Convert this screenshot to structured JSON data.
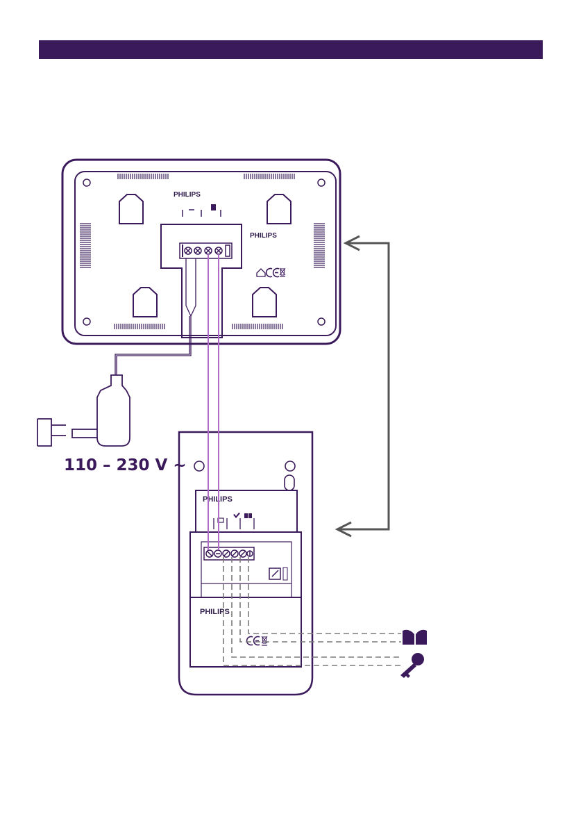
{
  "colors": {
    "header": "#3b1a5c",
    "outline": "#3b1a5c",
    "wire": "#b06ac7",
    "arrow": "#555555",
    "dashed": "#7a7a7a"
  },
  "monitor": {
    "brand_top": "PHILIPS",
    "brand_right": "PHILIPS"
  },
  "power": {
    "voltage_label": "110 – 230 V ~"
  },
  "outdoor_unit": {
    "brand_plate": "PHILIPS",
    "brand_bottom": "PHILIPS"
  },
  "icons": {
    "gate": "gate-icon",
    "key": "key-icon",
    "ce_mark": "ce-mark-icon",
    "weee": "weee-bin-icon"
  }
}
